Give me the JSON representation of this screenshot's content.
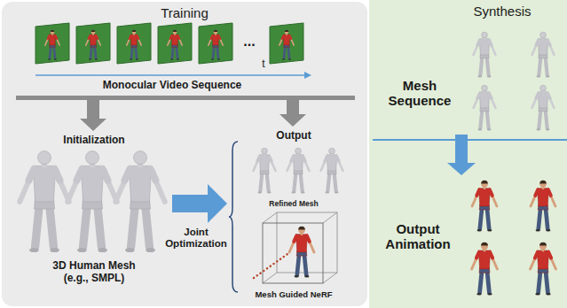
{
  "diagram": {
    "nodes": [
      {
        "text": [
          "Training"
        ]
      },
      {
        "text": [
          "Synthesis"
        ]
      },
      {
        "text": [
          "Monocular Video Sequence"
        ],
        "in": 0
      },
      {
        "text": [
          "Initialization",
          "3D Human Mesh (e.g., SMPL)"
        ],
        "in": 0
      },
      {
        "text": [
          "Output",
          "Refined Mesh",
          "Mesh Guided NeRF"
        ],
        "in": 0
      },
      {
        "text": [
          "Mesh Sequence"
        ],
        "in": 1
      },
      {
        "text": [
          "Output Animation"
        ],
        "in": 1
      }
    ],
    "edges": [
      {
        "from": 2,
        "to": 3,
        "arrow": "to"
      },
      {
        "from": 2,
        "to": 4,
        "arrow": "to"
      },
      {
        "from": 3,
        "to": 4,
        "label": "Joint Optimization",
        "arrow": "to"
      },
      {
        "from": 5,
        "to": 6,
        "arrow": "to"
      }
    ],
    "labels": [
      "...",
      "t"
    ]
  }
}
